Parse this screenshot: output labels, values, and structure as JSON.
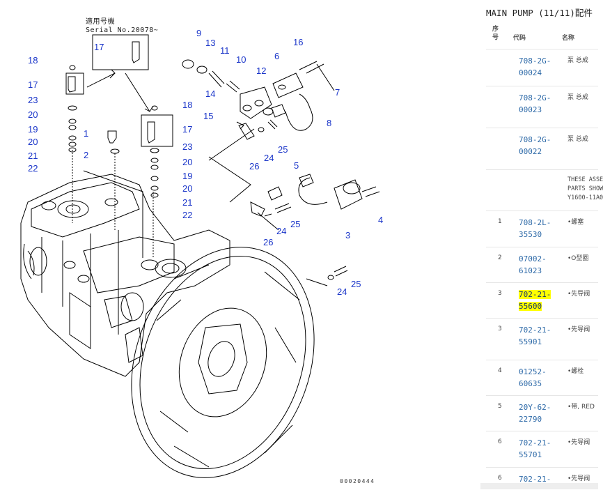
{
  "diagram": {
    "serial_line1": "適用号機",
    "serial_line2": "Serial No.20078~",
    "figure_number": "00020444",
    "callouts": {
      "c1": "1",
      "c2": "2",
      "c3": "3",
      "c4": "4",
      "c5": "5",
      "c6": "6",
      "c7": "7",
      "c8": "8",
      "c9": "9",
      "c10": "10",
      "c11": "11",
      "c12": "12",
      "c13": "13",
      "c14": "14",
      "c15": "15",
      "c16": "16",
      "c17a": "17",
      "c17b": "17",
      "c17c": "17",
      "c18a": "18",
      "c18b": "18",
      "c19a": "19",
      "c19b": "19",
      "c20a": "20",
      "c20b": "20",
      "c20c": "20",
      "c20d": "20",
      "c21a": "21",
      "c21b": "21",
      "c22a": "22",
      "c22b": "22",
      "c23a": "23",
      "c23b": "23",
      "c24a": "24",
      "c24b": "24",
      "c24c": "24",
      "c25a": "25",
      "c25b": "25",
      "c25c": "25",
      "c26a": "26",
      "c26b": "26"
    }
  },
  "panel": {
    "title": "MAIN PUMP (11/11)配件",
    "header_seq_1": "序",
    "header_seq_2": "号",
    "header_code": "代码",
    "header_name": "名称",
    "rows": [
      {
        "seq": "",
        "code1": "708-2G-",
        "code2": "00024",
        "name": "泵 总成"
      },
      {
        "seq": "",
        "code1": "708-2G-",
        "code2": "00023",
        "name": "泵 总成"
      },
      {
        "seq": "",
        "code1": "708-2G-",
        "code2": "00022",
        "name": "泵 总成"
      },
      {
        "seq": "",
        "code1": "",
        "code2": "",
        "note1": "THESE ASSE",
        "note2": "PARTS SHOW",
        "note3": "Y1600-11A0"
      },
      {
        "seq": "1",
        "code1": "708-2L-",
        "code2": "35530",
        "name": "•螺塞"
      },
      {
        "seq": "2",
        "code1": "07002-",
        "code2": "61023",
        "name": "•O型圈"
      },
      {
        "seq": "3",
        "code1": "702-21-",
        "code2": "55600",
        "name": "•先导阀",
        "highlight": true
      },
      {
        "seq": "3",
        "code1": "702-21-",
        "code2": "55901",
        "name": "•先导阀"
      },
      {
        "seq": "4",
        "code1": "01252-",
        "code2": "60635",
        "name": "•螺栓"
      },
      {
        "seq": "5",
        "code1": "20Y-62-",
        "code2": "22790",
        "name": "•带, RED"
      },
      {
        "seq": "6",
        "code1": "702-21-",
        "code2": "55701",
        "name": "•先导阀"
      },
      {
        "seq": "6",
        "code1": "702-21-",
        "code2": "",
        "name": "•先导阀"
      }
    ],
    "colors": {
      "code": "#2e6aa8",
      "highlight": "#ffff00",
      "callout": "#1a35c9"
    }
  }
}
